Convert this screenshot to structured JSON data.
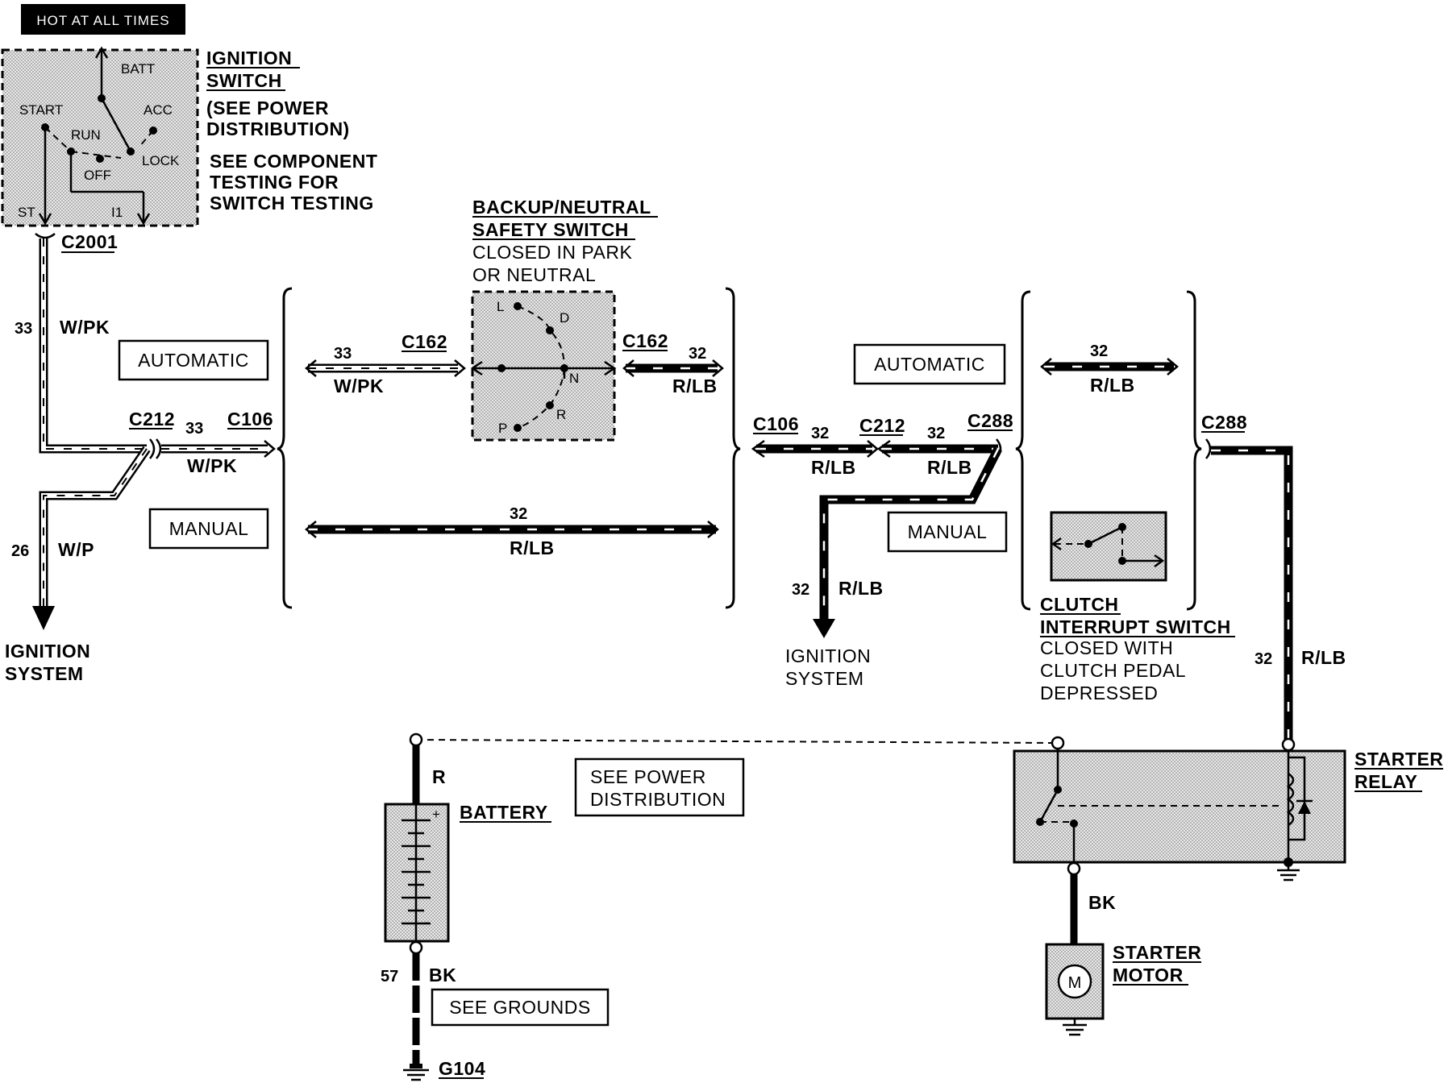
{
  "banner": "HOT AT ALL TIMES",
  "ignition_switch": {
    "title_line1": "IGNITION",
    "title_line2": "SWITCH",
    "note_line1": "(SEE POWER",
    "note_line2": "DISTRIBUTION)",
    "testing_line1": "SEE COMPONENT",
    "testing_line2": "TESTING FOR",
    "testing_line3": "SWITCH TESTING",
    "positions": {
      "batt": "BATT",
      "start": "START",
      "acc": "ACC",
      "run": "RUN",
      "off": "OFF",
      "lock": "LOCK",
      "st": "ST",
      "i1": "I1"
    }
  },
  "connectors": {
    "c2001": "C2001",
    "c212_left": "C212",
    "c106_left": "C106",
    "c162_left": "C162",
    "c162_right": "C162",
    "c106_right": "C106",
    "c212_right": "C212",
    "c288_left": "C288",
    "c288_right": "C288",
    "g104": "G104"
  },
  "wires": {
    "w33_vertical": {
      "num": "33",
      "color": "W/PK"
    },
    "w33_c106": {
      "num": "33",
      "color": "W/PK"
    },
    "w33_c162": {
      "num": "33",
      "color": "W/PK"
    },
    "w26": {
      "num": "26",
      "color": "W/P"
    },
    "w32_c162": {
      "num": "32",
      "color": "R/LB"
    },
    "w32_manual": {
      "num": "32",
      "color": "R/LB"
    },
    "w32_c106": {
      "num": "32",
      "color": "R/LB"
    },
    "w32_c212": {
      "num": "32",
      "color": "R/LB"
    },
    "w32_ign": {
      "num": "32",
      "color": "R/LB"
    },
    "w32_auto_right": {
      "num": "32",
      "color": "R/LB"
    },
    "w32_relay": {
      "num": "32",
      "color": "R/LB"
    },
    "battery_pos": {
      "color": "R"
    },
    "battery_neg": {
      "num": "57",
      "color": "BK"
    },
    "relay_motor": {
      "color": "BK"
    }
  },
  "labels": {
    "automatic_left": "AUTOMATIC",
    "manual_left": "MANUAL",
    "automatic_right": "AUTOMATIC",
    "manual_right": "MANUAL",
    "ignition_system_left_1": "IGNITION",
    "ignition_system_left_2": "SYSTEM",
    "ignition_system_mid_1": "IGNITION",
    "ignition_system_mid_2": "SYSTEM",
    "see_power_1": "SEE POWER",
    "see_power_2": "DISTRIBUTION",
    "see_grounds": "SEE GROUNDS"
  },
  "backup_switch": {
    "title_line1": "BACKUP/NEUTRAL",
    "title_line2": "SAFETY SWITCH",
    "note_line1": "CLOSED IN PARK",
    "note_line2": "OR NEUTRAL",
    "positions": {
      "l": "L",
      "d": "D",
      "n": "N",
      "r": "R",
      "p": "P"
    }
  },
  "clutch_switch": {
    "title_line1": "CLUTCH",
    "title_line2": "INTERRUPT SWITCH",
    "note_line1": "CLOSED WITH",
    "note_line2": "CLUTCH PEDAL",
    "note_line3": "DEPRESSED"
  },
  "starter_relay": {
    "line1": "STARTER",
    "line2": "RELAY"
  },
  "starter_motor": {
    "line1": "STARTER",
    "line2": "MOTOR",
    "symbol": "M"
  },
  "battery": {
    "label": "BATTERY",
    "plus": "+",
    "minus": "-"
  }
}
